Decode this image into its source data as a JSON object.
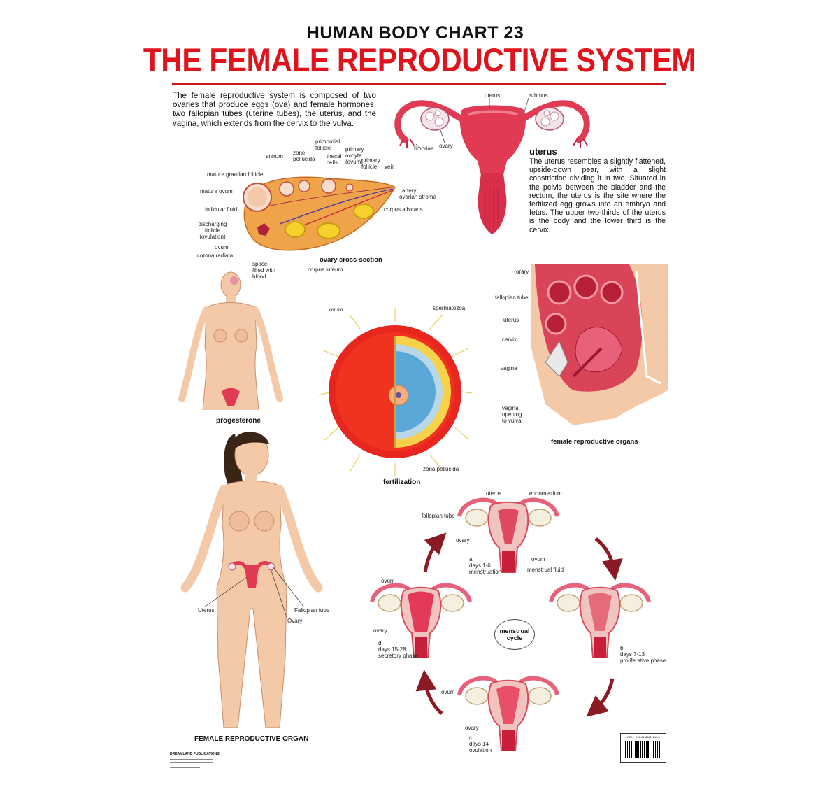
{
  "header": {
    "subtitle": "HUMAN BODY CHART 23",
    "title": "THE FEMALE REPRODUCTIVE SYSTEM"
  },
  "intro_text": "The female reproductive system is composed of two ovaries that produce eggs (ova) and female hormones, two fallopian tubes (uterine tubes), the uterus, and the vagina, which extends from the cervix to the vulva.",
  "uterus_section": {
    "labels": {
      "uterus": "uterus",
      "isthmus": "isthmus",
      "fimbriae": "fimbriae",
      "ovary": "ovary"
    },
    "heading": "uterus",
    "text": "The uterus resembles a slightly flattened, upside-down pear, with a slight constriction dividing it in two. Situated in the pelvis between the bladder and the rectum, the uterus is the site where the fertilized egg grows into an embryo and fetus. The upper two-thirds of the uterus is the body and the lower third is the cervix."
  },
  "ovary_section": {
    "caption": "ovary cross-section",
    "labels": {
      "primordial_follicle": "primordial follicle",
      "antrum": "antrum",
      "zone_pellucida": "zone pellucida",
      "thecal_cells": "thecal cells",
      "primary_oocyte": "primary oocyte (ovum)",
      "primary_follicle": "primary follicle",
      "vein": "vein",
      "mature_graafian": "mature graafian follicle",
      "mature_ovum": "mature ovum",
      "follicular_fluid": "follicular fluid",
      "discharging": "discharging follicle (ovulation)",
      "ovum": "ovum",
      "corona_radiata": "corona radiata",
      "space_filled": "space filled with blood",
      "corpus_luteum": "corpus luteum",
      "artery": "artery",
      "ovarian_stroma": "ovarian stroma",
      "corpus_albicans": "corpus albicans"
    }
  },
  "progesterone": {
    "caption": "progesterone"
  },
  "fertilization": {
    "caption": "fertilization",
    "labels": {
      "ovum": "ovum",
      "spermatozoa": "spermatozoa",
      "zona_pellucida": "zona pellucida"
    }
  },
  "organs_section": {
    "caption": "female reproductive organs",
    "labels": {
      "ovary": "orary",
      "fallopian_tube": "fallopian tube",
      "uterus": "uterus",
      "cervix": "cervix",
      "vagina": "vagina",
      "vaginal_opening": "vaginal opening to vulva"
    }
  },
  "body_figure": {
    "caption": "FEMALE REPRODUCTIVE ORGAN",
    "labels": {
      "uterus": "Uterus",
      "fallopian_tube": "Fallopian tube",
      "ovary": "Ovary"
    }
  },
  "menstrual_cycle": {
    "center": "menstrual cycle",
    "a": {
      "labels": {
        "uterus": "uterus",
        "endometrium": "endometrium",
        "fallopian_tube": "fallopian tube",
        "ovary": "ovary",
        "ovum": "ovum",
        "menstrual_fluid": "menstrual fluid"
      },
      "stage": "a\ndays 1-6\nmenstruation"
    },
    "b": {
      "stage": "b\ndays 7-13\nproliferative phase"
    },
    "c": {
      "labels": {
        "ovum": "ovum",
        "ovary": "ovary"
      },
      "stage": "c\ndays 14\novulation"
    },
    "d": {
      "labels": {
        "ovum": "ovum",
        "ovary": "ovary"
      },
      "stage": "d\ndays 15-28\nsecretory phase"
    }
  },
  "publisher": {
    "name": "DREAMLAND PUBLICATIONS"
  },
  "isbn": "ISBN : 978-81-8451-144-6",
  "colors": {
    "title_red": "#e0121b",
    "rule_red": "#c8161f",
    "uterus_pink": "#e03a55",
    "skin": "#f3c9a8",
    "arrow": "#8a1a24"
  }
}
